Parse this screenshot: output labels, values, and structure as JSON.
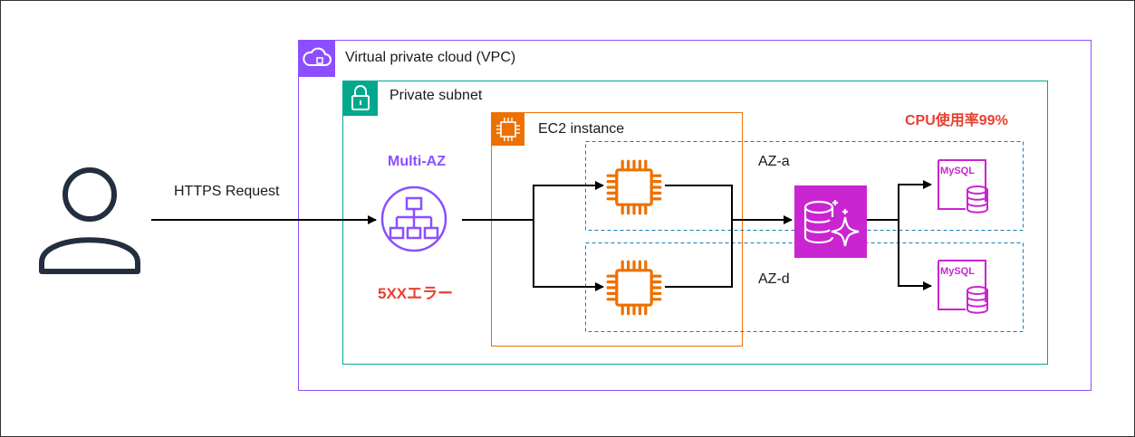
{
  "user": {
    "request_label": "HTTPS Request"
  },
  "vpc": {
    "label": "Virtual private cloud (VPC)"
  },
  "subnet": {
    "label": "Private subnet"
  },
  "ec2": {
    "label": "EC2 instance"
  },
  "load_balancer": {
    "label": "Multi-AZ",
    "error_label": "5XXエラー"
  },
  "zones": {
    "a": "AZ-a",
    "d": "AZ-d"
  },
  "database": {
    "cpu_label": "CPU使用率99%",
    "engine_label": "MySQL"
  },
  "colors": {
    "vpc_border": "#8c4fff",
    "subnet_border": "#01a88d",
    "ec2_border": "#ed7100",
    "rds": "#c925d1",
    "alert": "#e8402f",
    "zone_border": "#147eba"
  },
  "icons": {
    "user": "user-icon",
    "vpc": "vpc-cloud-icon",
    "subnet": "lock-icon",
    "ec2": "ec2-chip-icon",
    "lb": "load-balancer-icon",
    "rds_proxy": "database-sparkle-icon",
    "mysql": "mysql-database-icon"
  }
}
